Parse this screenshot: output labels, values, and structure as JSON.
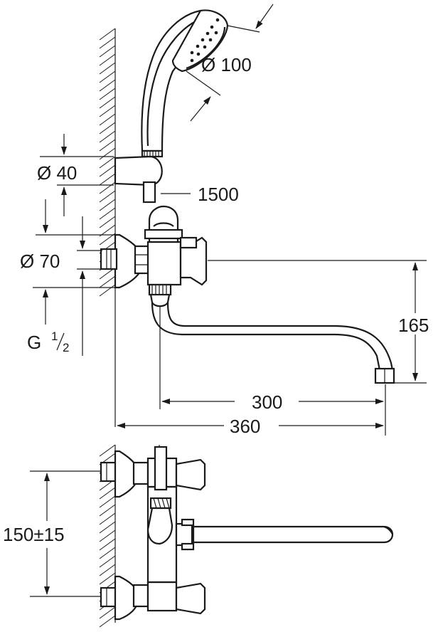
{
  "labels": {
    "head_diameter": "Ø 100",
    "holder_diameter": "Ø 40",
    "hose_length": "1500",
    "flange_diameter": "Ø 70",
    "thread": "G",
    "thread_num": "1",
    "thread_den": "2",
    "spout_height": "165",
    "spout_reach": "300",
    "total_reach": "360",
    "centres": "150±15"
  }
}
